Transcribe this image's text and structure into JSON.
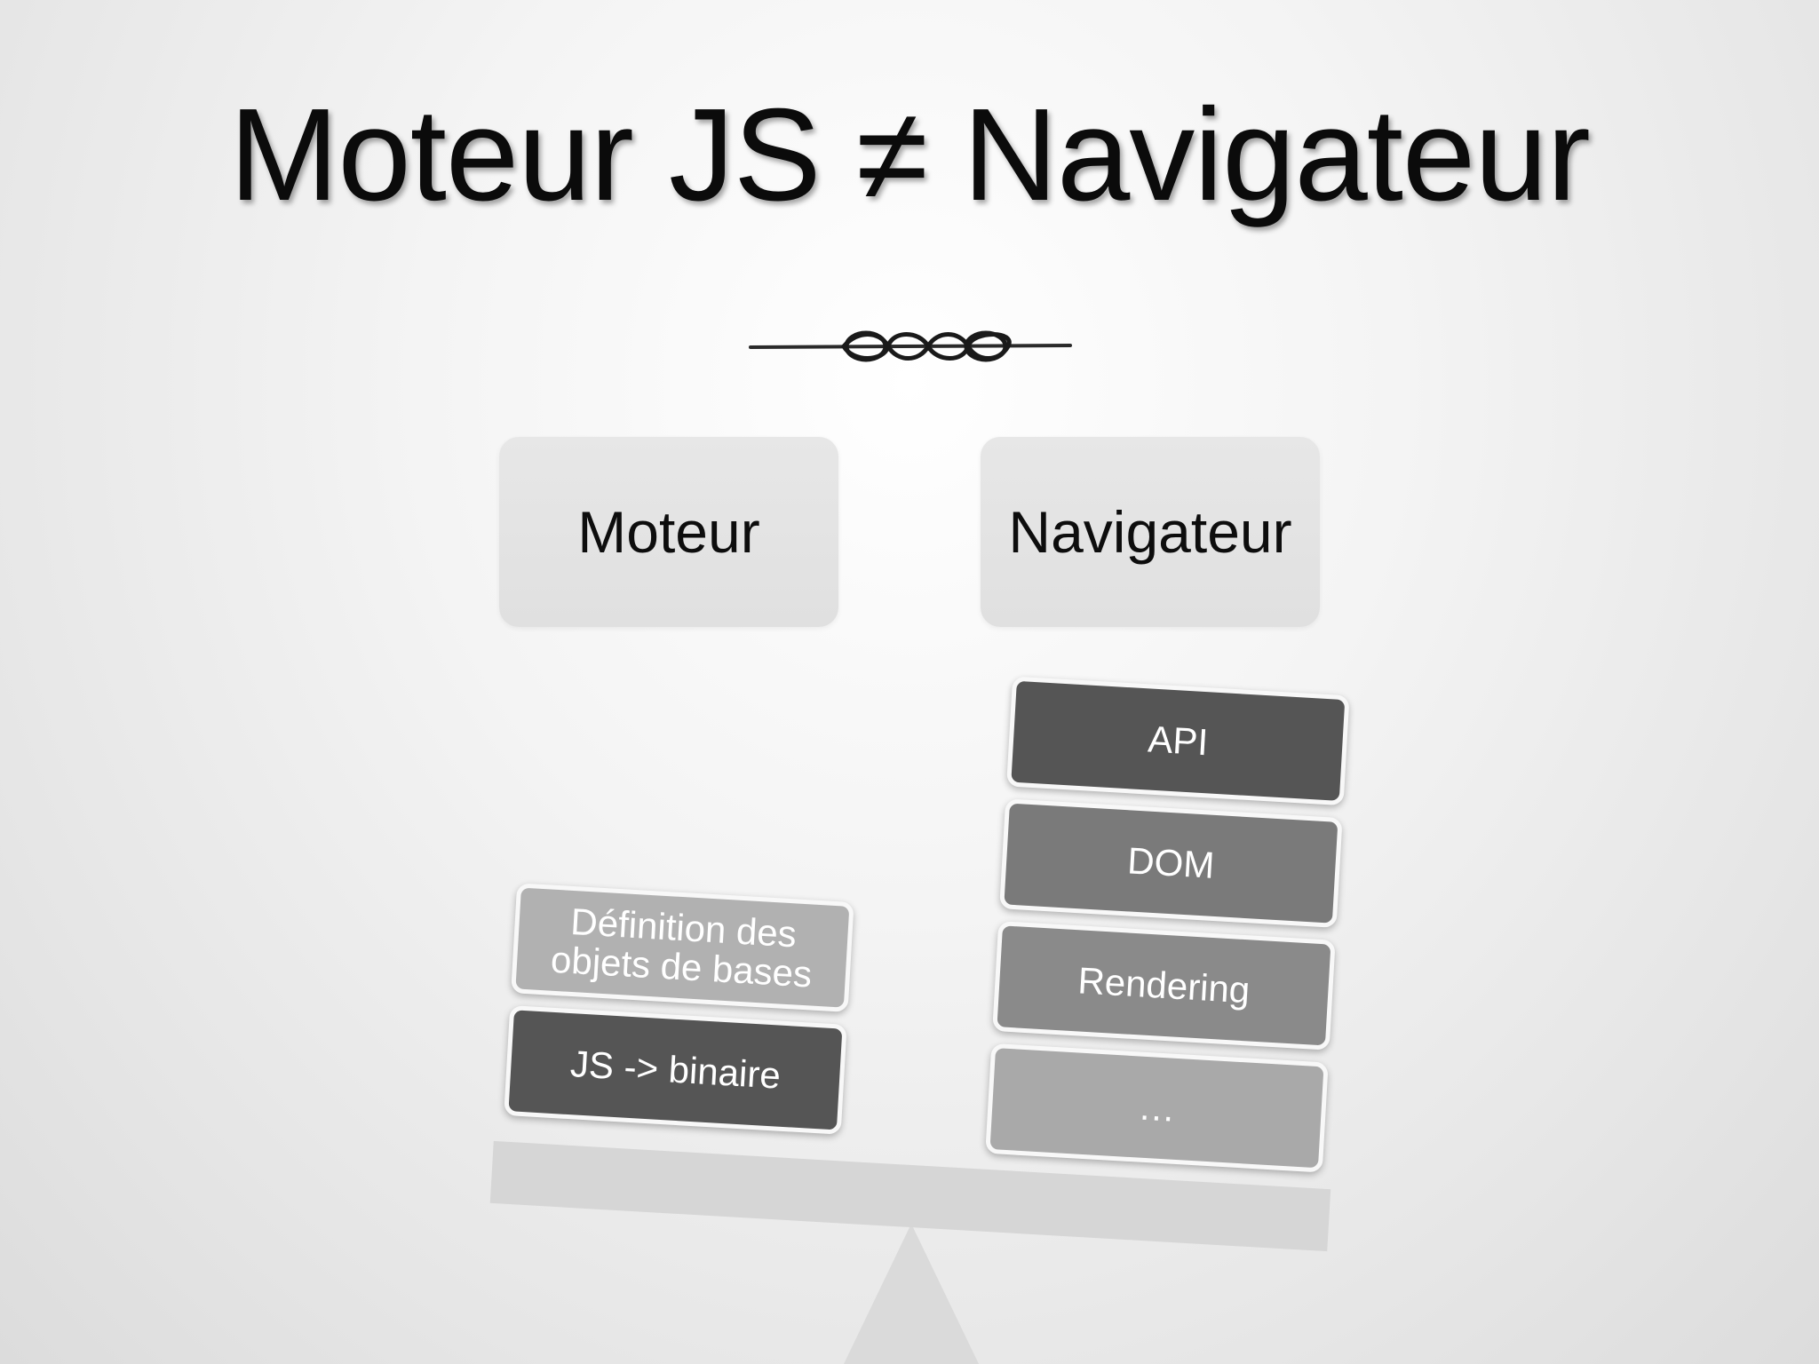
{
  "title": "Moteur JS ≠ Navigateur",
  "headers": {
    "left": "Moteur",
    "right": "Navigateur"
  },
  "left_stack": [
    "Définition des objets de bases",
    "JS -> binaire"
  ],
  "right_stack": [
    "API",
    "DOM",
    "Rendering",
    "…"
  ]
}
